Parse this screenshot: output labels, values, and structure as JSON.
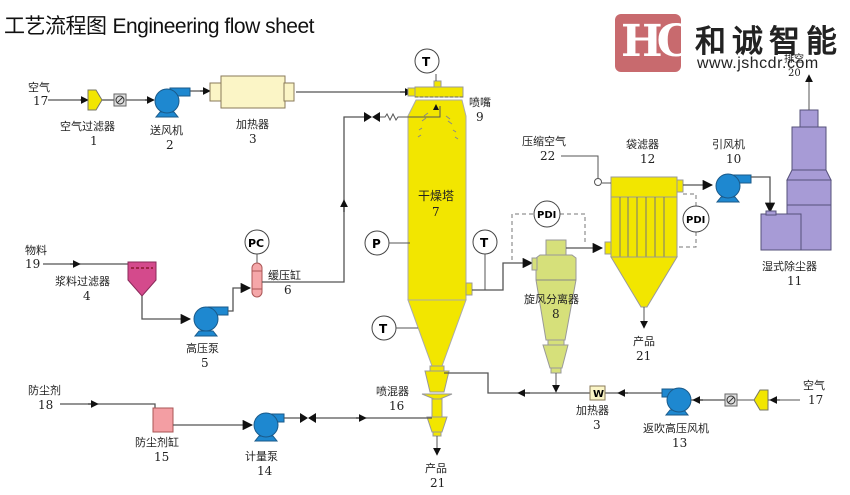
{
  "header": {
    "title_cn": "工艺流程图",
    "title_en": "Engineering flow sheet"
  },
  "logo": {
    "mark": "HC",
    "name_cn": "和诚智能",
    "url": "www.jshcdr.com",
    "brand_color": "#c86a6e"
  },
  "colors": {
    "dryer": "#f2e600",
    "cyclone": "#d6e07a",
    "pump": "#1e88d0",
    "heater": "#fbf5c6",
    "slurry_filter": "#d44a8c",
    "buffer_tank": "#f5a7a9",
    "dust_tank": "#f39ea3",
    "scrubber": "#a79bd6",
    "line": "#555555"
  },
  "streams": {
    "air_in": {
      "name": "空气",
      "id": "17"
    },
    "material": {
      "name": "物料",
      "id": "19"
    },
    "anti_dust": {
      "name": "防尘剂",
      "id": "18"
    },
    "compressed_air": {
      "name": "压缩空气",
      "id": "22"
    },
    "exhaust": {
      "name": "排空",
      "id": "20"
    },
    "product_bag": {
      "name": "产品",
      "id": "21"
    },
    "product_bottom": {
      "name": "产品",
      "id": "21"
    },
    "air_in_2": {
      "name": "空气",
      "id": "17"
    }
  },
  "equipment": {
    "air_filter": {
      "name": "空气过滤器",
      "id": "1"
    },
    "blower": {
      "name": "送风机",
      "id": "2"
    },
    "heater": {
      "name": "加热器",
      "id": "3"
    },
    "slurry_filter": {
      "name": "浆料过滤器",
      "id": "4"
    },
    "hp_pump": {
      "name": "高压泵",
      "id": "5"
    },
    "buffer_tank": {
      "name": "缓压缸",
      "id": "6"
    },
    "dryer": {
      "name": "干燥塔",
      "id": "7"
    },
    "cyclone": {
      "name": "旋风分离器",
      "id": "8"
    },
    "nozzle": {
      "name": "喷嘴",
      "id": "9"
    },
    "induced_fan": {
      "name": "引风机",
      "id": "10"
    },
    "scrubber": {
      "name": "湿式除尘器",
      "id": "11"
    },
    "bag_filter": {
      "name": "袋滤器",
      "id": "12"
    },
    "back_blower": {
      "name": "返吹高压风机",
      "id": "13"
    },
    "metering_pump": {
      "name": "计量泵",
      "id": "14"
    },
    "dust_tank": {
      "name": "防尘剂缸",
      "id": "15"
    },
    "mixer": {
      "name": "喷混器",
      "id": "16"
    },
    "heater_2": {
      "name": "加热器",
      "id": "3"
    }
  },
  "instruments": {
    "t_top": "T",
    "p_dryer": "P",
    "t_side": "T",
    "t_cone": "T",
    "pc": "PC",
    "pdi_cyclone": "PDI",
    "pdi_bag": "PDI",
    "heater_w": "W"
  }
}
